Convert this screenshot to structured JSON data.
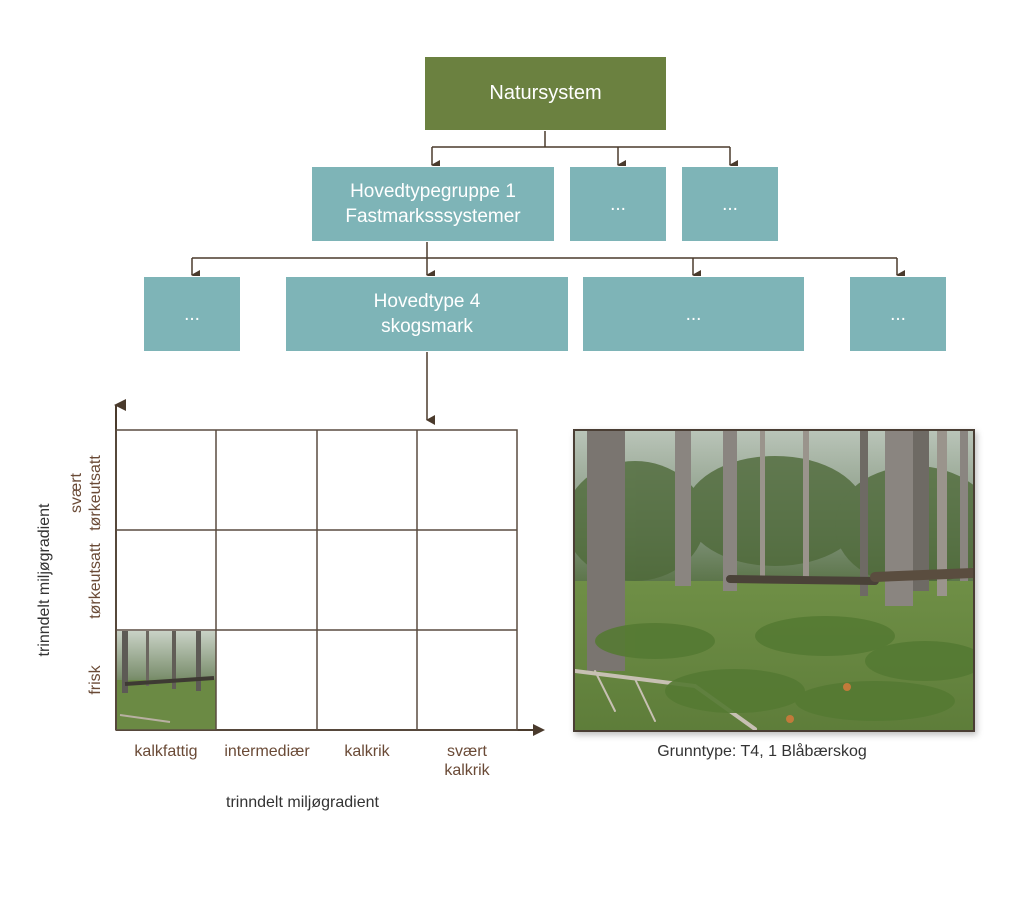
{
  "root": {
    "label": "Natursystem"
  },
  "level1": [
    {
      "lines": [
        "Hovedtypegruppe 1",
        "Fastmarksssystemer"
      ]
    },
    {
      "lines": [
        "..."
      ]
    },
    {
      "lines": [
        "..."
      ]
    }
  ],
  "level2": [
    {
      "lines": [
        "..."
      ]
    },
    {
      "lines": [
        "Hovedtype 4",
        "skogsmark"
      ]
    },
    {
      "lines": [
        "..."
      ]
    },
    {
      "lines": [
        "..."
      ]
    }
  ],
  "grid": {
    "x_labels": [
      "kalkfattig",
      "intermediær",
      "kalkrik",
      "svært\nkalkrik"
    ],
    "y_labels": [
      "frisk",
      "tørkeutsatt",
      "svært\ntørkeutsatt"
    ],
    "x_title": "trinndelt miljøgradient",
    "y_title": "trinndelt miljøgradient",
    "highlighted_cell": "kalkfattig / frisk"
  },
  "caption": "Grunntype: T4, 1 Blåbærskog",
  "colors": {
    "root": "#6b8140",
    "boxes": "#7eb4b7",
    "connector": "#4a3a2c",
    "axis_labels": "#6a4a36"
  }
}
